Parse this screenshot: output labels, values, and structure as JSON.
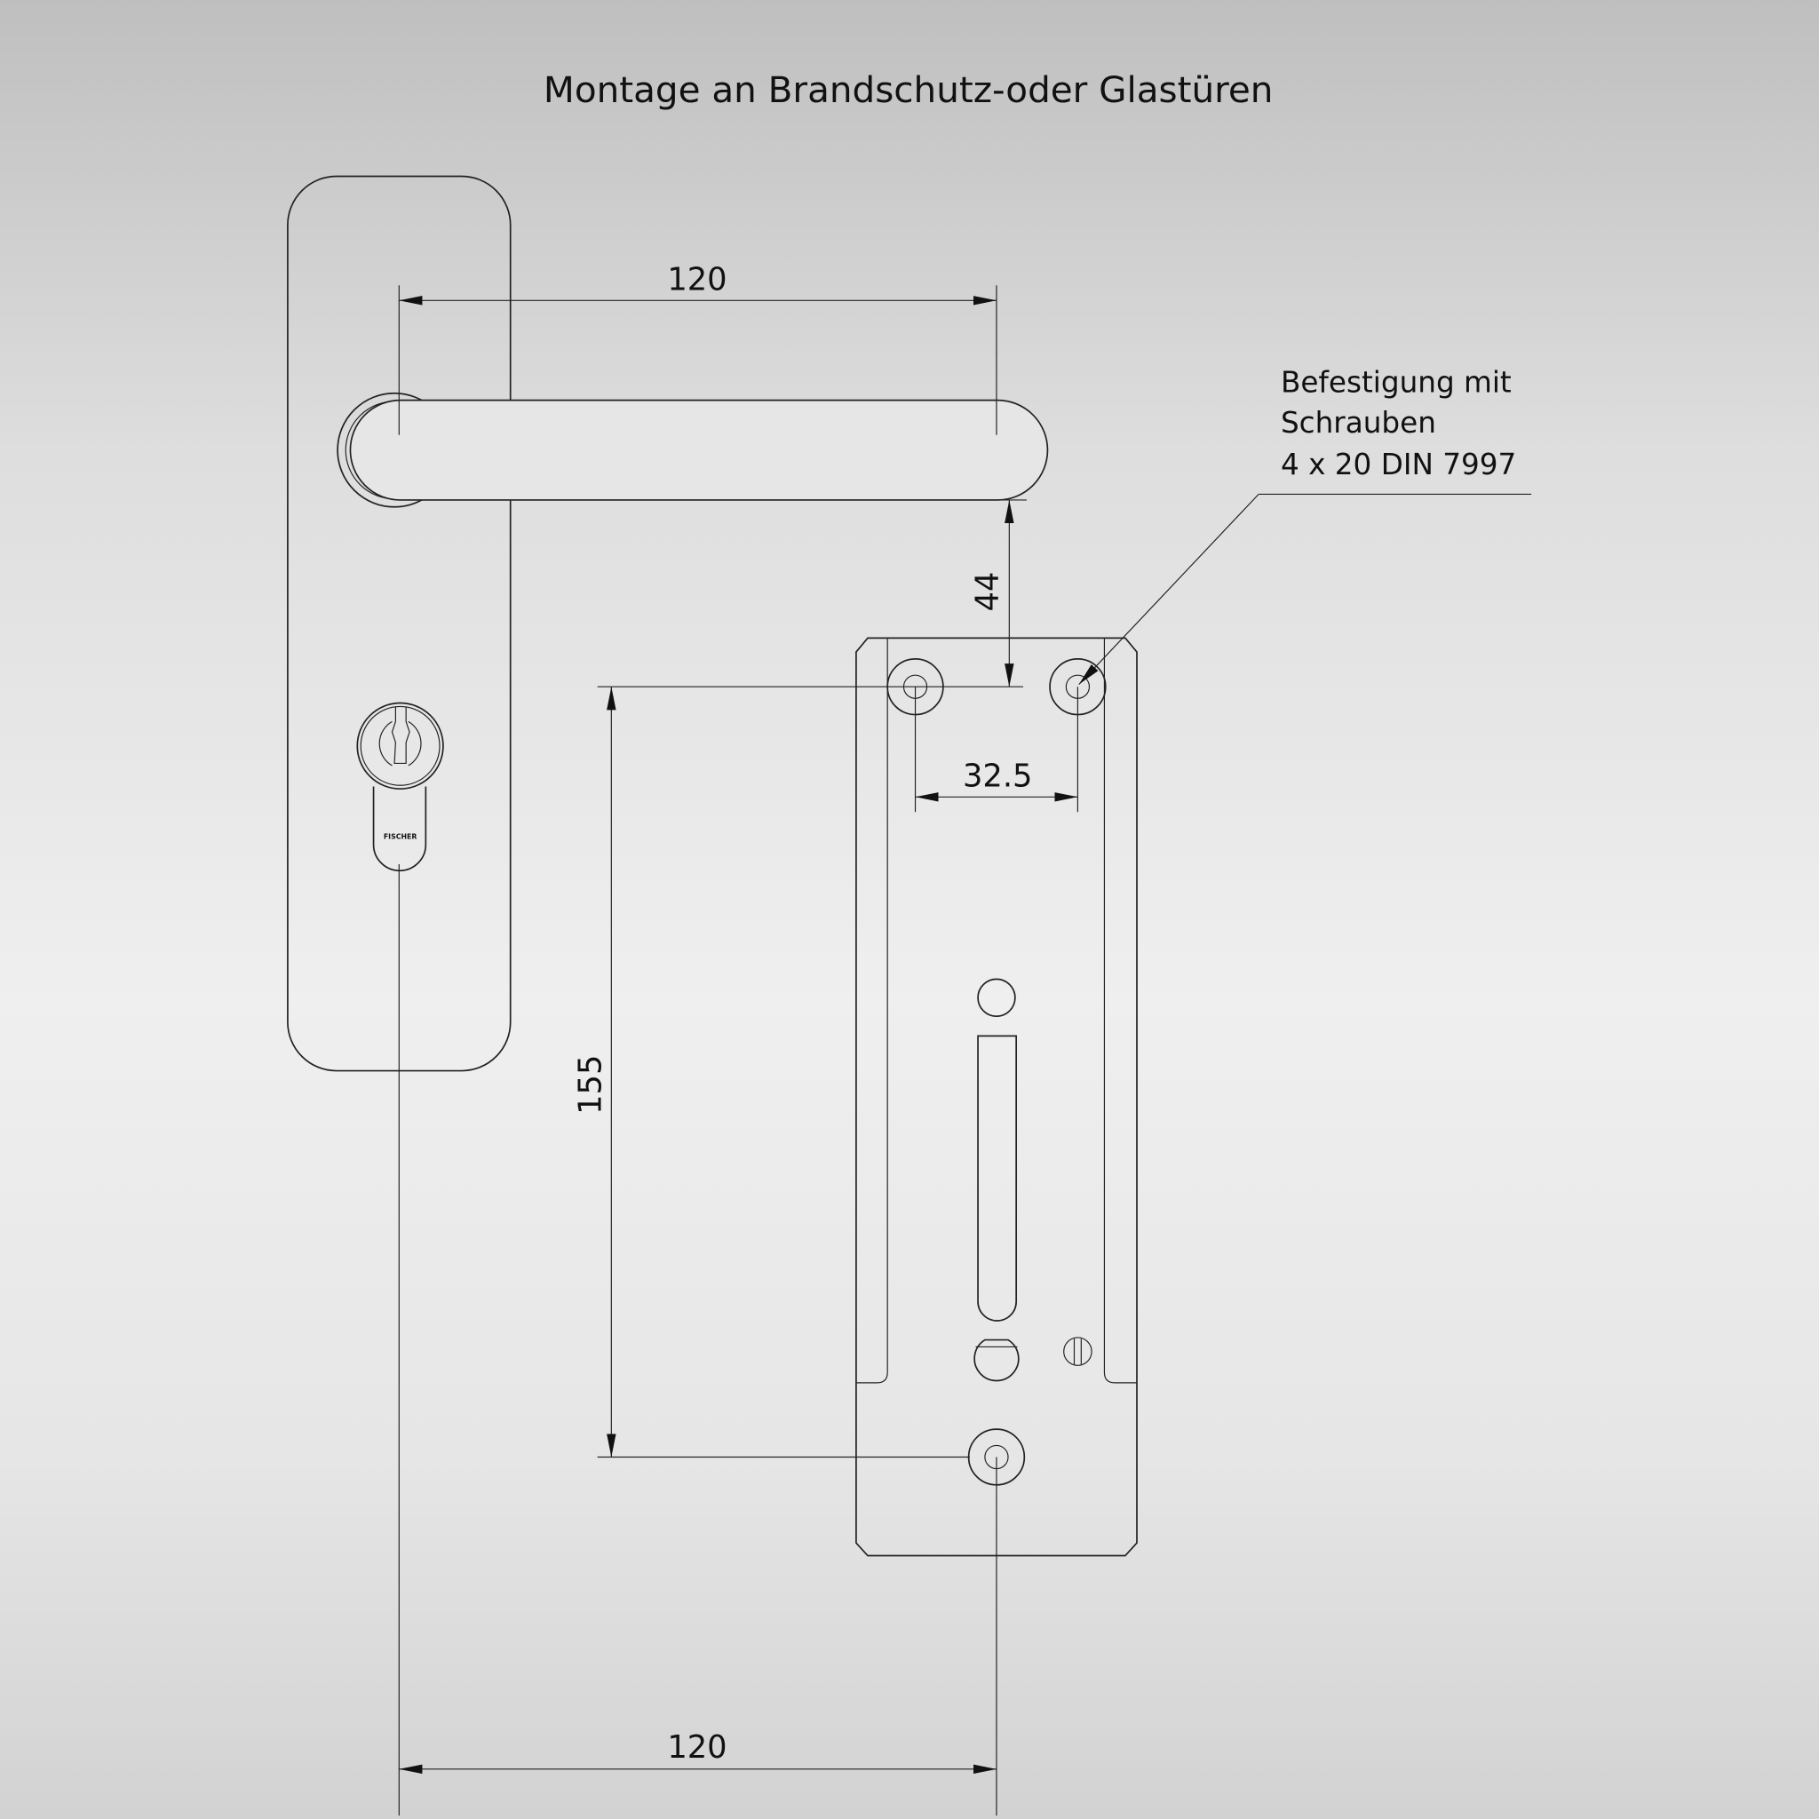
{
  "title": "Montage an Brandschutz-oder Glastüren",
  "dimensions": {
    "lever_length": "120",
    "lever_to_screw": "44",
    "screw_spacing": "32.5",
    "screw_vertical": "155",
    "bottom_distance": "120"
  },
  "annotation": {
    "line1": "Befestigung mit",
    "line2": "Schrauben",
    "line3": "4 x 20 DIN 7997"
  },
  "cylinder_brand": "FISCHER"
}
